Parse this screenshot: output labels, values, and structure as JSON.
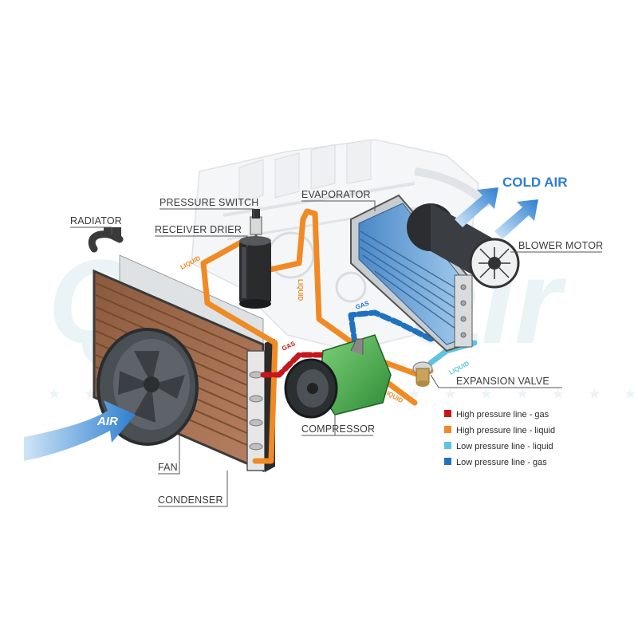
{
  "labels": {
    "pressure_switch": "PRESSURE SWITCH",
    "evaporator": "EVAPORATOR",
    "radiator": "RADIATOR",
    "receiver_drier": "RECEIVER DRIER",
    "blower_motor": "BLOWER MOTOR",
    "expansion_valve": "EXPANSION VALVE",
    "compressor": "COMPRESSOR",
    "fan": "FAN",
    "condenser": "CONDENSER"
  },
  "airflow": {
    "cold_air": "COLD AIR",
    "air_in": "AIR"
  },
  "pipe_labels": {
    "liquid_a": "LIQUID",
    "liquid_b": "LIQUID",
    "liquid_c": "LIQUID",
    "liquid_d": "LIQUID",
    "gas_a": "GAS",
    "gas_b": "GAS"
  },
  "legend": [
    {
      "label": "High pressure line - gas",
      "color": "#c8161d"
    },
    {
      "label": "High pressure line - liquid",
      "color": "#f08a24"
    },
    {
      "label": "Low pressure line - liquid",
      "color": "#5fc4e0"
    },
    {
      "label": "Low pressure line -  gas",
      "color": "#1f72c0"
    }
  ],
  "colors": {
    "high_gas": "#c8161d",
    "high_liquid": "#f08a24",
    "low_liquid": "#5fc4e0",
    "low_gas": "#1f72c0",
    "air_blue": "#2e7fd0",
    "compressor_green": "#3fb04a"
  }
}
